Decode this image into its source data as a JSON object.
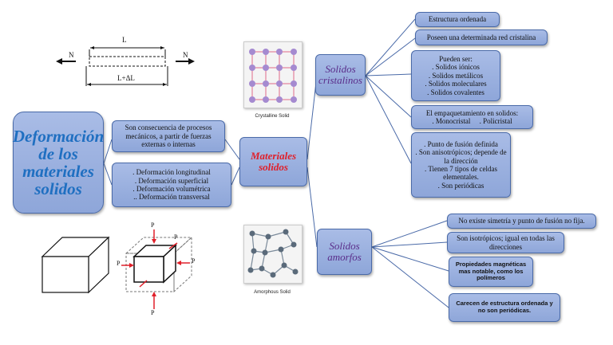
{
  "main_title": [
    "Deformación",
    "de los",
    "materiales",
    "solidos"
  ],
  "center": [
    "Materiales",
    "solidos"
  ],
  "deformation": {
    "cause": "Son consecuencia de procesos mecánicos, a partir de fuerzas externas o internas",
    "types": [
      ". Deformación longitudinal",
      ". Deformación superficial",
      ". Deformación volumétrica",
      ".. Deformación transversal"
    ]
  },
  "crystalline": {
    "title": [
      "Solidos",
      "cristalinos"
    ],
    "caption": "Crystalline Solid",
    "items": {
      "ordered": "Estructura ordenada",
      "lattice": "Poseen una determinada red cristalina",
      "types_head": "Pueden ser:",
      "types": [
        ". Solidos iónicos",
        ". Solidos metálicos",
        ". Solidos moleculares",
        ". Solidos covalentes"
      ],
      "packing_head": "El empaquetamiento en solidos:",
      "packing": ". Monocristal     . Policristal",
      "props": [
        ". Punto de fusión definida",
        ". Son anisotrópicos; depende de la dirección",
        ". Tienen 7 tipos de celdas elementales.",
        ". Son periódicas"
      ]
    }
  },
  "amorphous": {
    "title": [
      "Solidos",
      "amorfos"
    ],
    "caption": "Amorphous Solid",
    "items": {
      "no_symmetry": "No existe simetría y punto de fusión no fija.",
      "isotropic": "Son isotrópicos; igual en todas las direcciones",
      "magnetic": "Propiedades magnéticas mas notable, como los polímeros",
      "non_periodic": "Carecen de estructura ordenada y no son periódicas."
    }
  },
  "bar_figure": {
    "length": "L",
    "elongated": "L+ΔL",
    "force": "N"
  },
  "cube_figure": {
    "force": "P"
  }
}
